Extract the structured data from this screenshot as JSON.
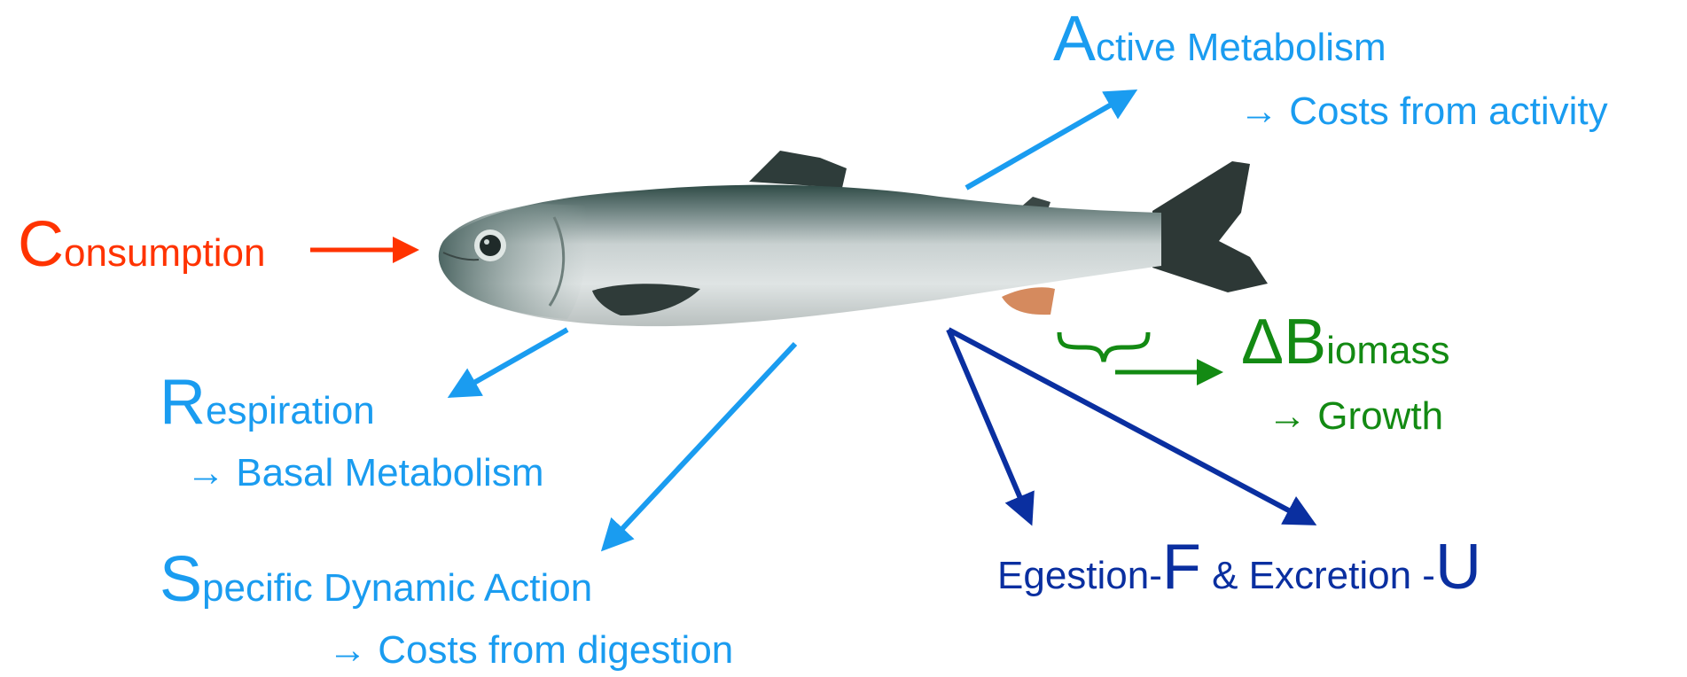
{
  "colors": {
    "consumption": "#ff3300",
    "light_blue": "#1a9cf0",
    "dark_blue": "#0a2fa0",
    "green": "#138a13"
  },
  "image": {
    "subject": "fish-photo"
  },
  "labels": {
    "consumption": {
      "initial": "C",
      "rest": "onsumption"
    },
    "active": {
      "initial": "A",
      "rest": "ctive Metabolism",
      "sub": "→ Costs from activity"
    },
    "respiration": {
      "initial": "R",
      "rest": "espiration",
      "sub": "→ Basal Metabolism"
    },
    "sda": {
      "initial": "S",
      "rest": "pecific Dynamic Action",
      "sub": "→ Costs from digestion"
    },
    "biomass": {
      "initial": "ΔB",
      "rest": "iomass",
      "sub": "→ Growth",
      "brace": "}"
    },
    "waste": {
      "egestion": "Egestion-",
      "f": "F",
      "excretion": " & Excretion -",
      "u": "U"
    }
  }
}
